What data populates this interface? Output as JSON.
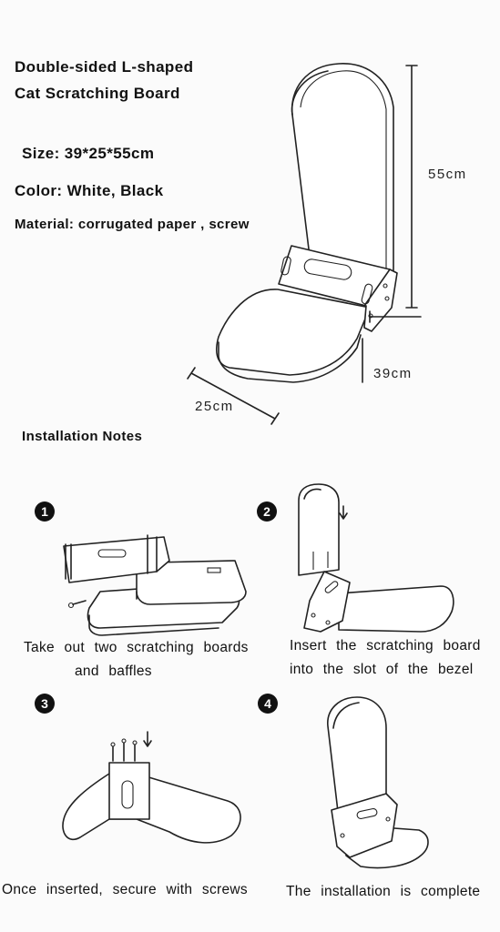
{
  "product": {
    "title_line1": "Double-sided L-shaped",
    "title_line2": "Cat Scratching Board",
    "size": "Size: 39*25*55cm",
    "color": "Color: White, Black",
    "material": "Material: corrugated paper , screw"
  },
  "dimensions": {
    "height": "55cm",
    "depth": "39cm",
    "width": "25cm"
  },
  "installation": {
    "heading": "Installation Notes",
    "steps": [
      {
        "number": "1",
        "caption_line1": "Take out two scratching boards",
        "caption_line2": "and baffles"
      },
      {
        "number": "2",
        "caption_line1": "Insert the scratching board",
        "caption_line2": "into the slot of the bezel"
      },
      {
        "number": "3",
        "caption_line1": "Once inserted, secure with screws",
        "caption_line2": ""
      },
      {
        "number": "4",
        "caption_line1": "The installation is complete",
        "caption_line2": ""
      }
    ]
  },
  "icons": [
    "arrow-down-icon",
    "screw-icon"
  ]
}
